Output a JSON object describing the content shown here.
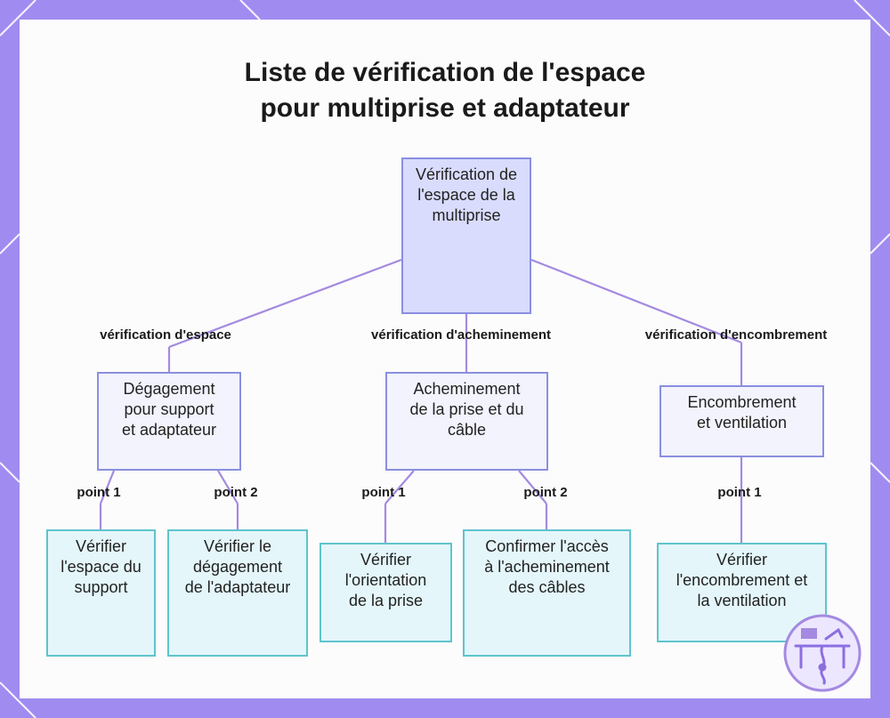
{
  "title": {
    "line1": "Liste de vérification de l'espace",
    "line2": "pour multiprise et adaptateur"
  },
  "root": {
    "label": "Vérification de l'espace de la multiprise"
  },
  "branches": [
    {
      "edge_label": "vérification d'espace",
      "node": "Dégagement pour support et adaptateur",
      "children": [
        {
          "edge_label": "point 1",
          "node": "Vérifier l'espace du support"
        },
        {
          "edge_label": "point 2",
          "node": "Vérifier le dégagement de l'adaptateur"
        }
      ]
    },
    {
      "edge_label": "vérification d'acheminement",
      "node": "Acheminement de la prise et du câble",
      "children": [
        {
          "edge_label": "point 1",
          "node": "Vérifier l'orientation de la prise"
        },
        {
          "edge_label": "point 2",
          "node": "Confirmer l'accès à l'acheminement des câbles"
        }
      ]
    },
    {
      "edge_label": "vérification d'encombrement",
      "node": "Encombrement et ventilation",
      "children": [
        {
          "edge_label": "point 1",
          "node": "Vérifier l'encombrement et la ventilation"
        }
      ]
    }
  ],
  "colors": {
    "frame": "#a08cf0",
    "root_fill": "#d9dcfc",
    "mid_fill": "#f2f3fd",
    "leaf_fill": "#e4f6fa",
    "connector": "#a48ae0",
    "leaf_border": "#5fc4cc"
  },
  "icons": [
    "workspace-badge-icon"
  ]
}
